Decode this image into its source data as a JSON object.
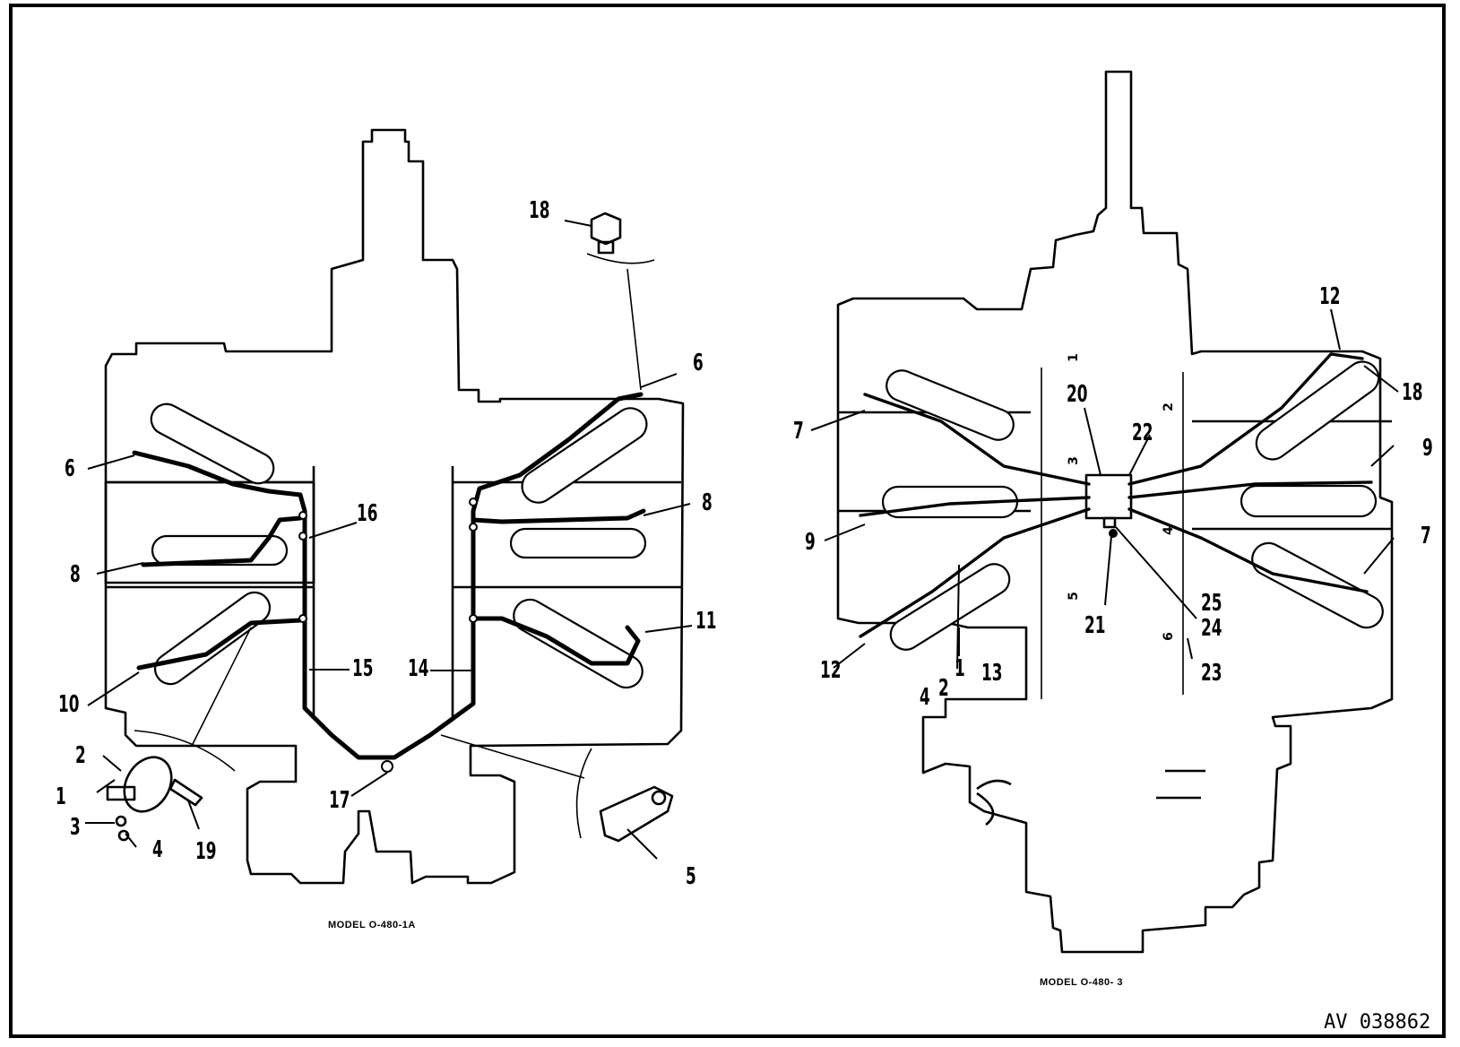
{
  "figure": {
    "reference_number": "AV 038862"
  },
  "left_view": {
    "model_caption": "MODEL O-480-1A",
    "callouts": [
      {
        "id": "l1",
        "text": "1"
      },
      {
        "id": "l2",
        "text": "2"
      },
      {
        "id": "l3",
        "text": "3"
      },
      {
        "id": "l4",
        "text": "4"
      },
      {
        "id": "l5",
        "text": "5"
      },
      {
        "id": "l6a",
        "text": "6"
      },
      {
        "id": "l6b",
        "text": "6"
      },
      {
        "id": "l8a",
        "text": "8"
      },
      {
        "id": "l8b",
        "text": "8"
      },
      {
        "id": "l10",
        "text": "10"
      },
      {
        "id": "l11",
        "text": "11"
      },
      {
        "id": "l14",
        "text": "14"
      },
      {
        "id": "l15",
        "text": "15"
      },
      {
        "id": "l16",
        "text": "16"
      },
      {
        "id": "l17",
        "text": "17"
      },
      {
        "id": "l18",
        "text": "18"
      },
      {
        "id": "l19",
        "text": "19"
      }
    ]
  },
  "right_view": {
    "model_caption": "MODEL O-480- 3",
    "cylinder_numbers": [
      "1",
      "2",
      "3",
      "4",
      "5",
      "6"
    ],
    "callouts": [
      {
        "id": "r1",
        "text": "1"
      },
      {
        "id": "r2",
        "text": "2"
      },
      {
        "id": "r4",
        "text": "4"
      },
      {
        "id": "r7a",
        "text": "7"
      },
      {
        "id": "r7b",
        "text": "7"
      },
      {
        "id": "r9a",
        "text": "9"
      },
      {
        "id": "r9b",
        "text": "9"
      },
      {
        "id": "r12a",
        "text": "12"
      },
      {
        "id": "r12b",
        "text": "12"
      },
      {
        "id": "r13",
        "text": "13"
      },
      {
        "id": "r18",
        "text": "18"
      },
      {
        "id": "r20",
        "text": "20"
      },
      {
        "id": "r21",
        "text": "21"
      },
      {
        "id": "r22",
        "text": "22"
      },
      {
        "id": "r23",
        "text": "23"
      },
      {
        "id": "r24",
        "text": "24"
      },
      {
        "id": "r25",
        "text": "25"
      }
    ]
  }
}
